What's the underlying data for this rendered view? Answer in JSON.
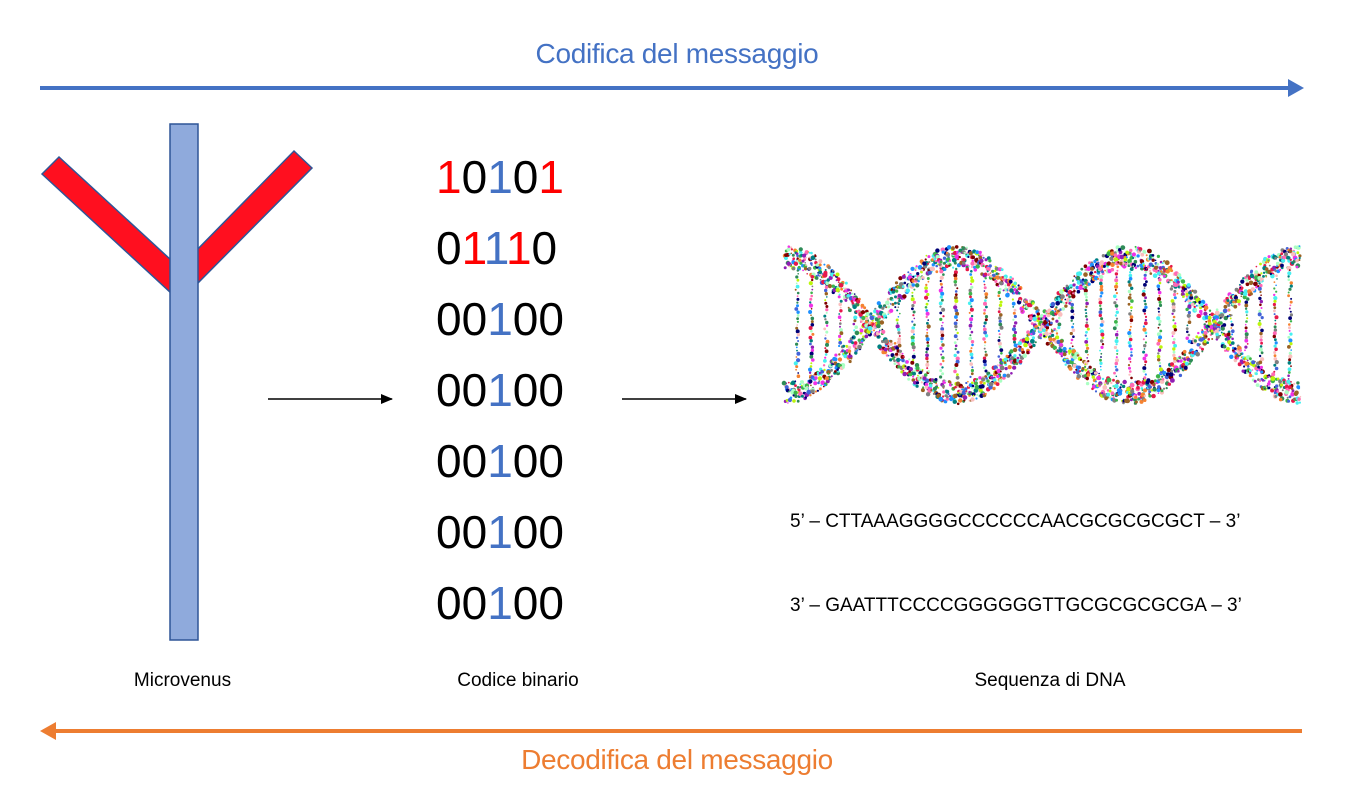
{
  "encode": {
    "label": "Codifica del messaggio",
    "color": "#4472C4",
    "direction": "left-to-right"
  },
  "decode": {
    "label": "Decodifica del messaggio",
    "color": "#ED7D31",
    "direction": "right-to-left"
  },
  "stages": [
    {
      "id": "microvenus",
      "label": "Microvenus",
      "icon": "microvenus-symbol-icon"
    },
    {
      "id": "binary",
      "label": "Codice binario"
    },
    {
      "id": "dna",
      "label": "Sequenza di DNA",
      "icon": "dna-helix-icon"
    }
  ],
  "binary_code": {
    "rows": [
      {
        "text": "10101",
        "digits": [
          {
            "d": "1",
            "c": "red"
          },
          {
            "d": "0",
            "c": "black"
          },
          {
            "d": "1",
            "c": "blue"
          },
          {
            "d": "0",
            "c": "black"
          },
          {
            "d": "1",
            "c": "red"
          }
        ]
      },
      {
        "text": "01110",
        "digits": [
          {
            "d": "0",
            "c": "black"
          },
          {
            "d": "1",
            "c": "red"
          },
          {
            "d": "1",
            "c": "blue"
          },
          {
            "d": "1",
            "c": "red"
          },
          {
            "d": "0",
            "c": "black"
          }
        ]
      },
      {
        "text": "00100",
        "digits": [
          {
            "d": "0",
            "c": "black"
          },
          {
            "d": "0",
            "c": "black"
          },
          {
            "d": "1",
            "c": "blue"
          },
          {
            "d": "0",
            "c": "black"
          },
          {
            "d": "0",
            "c": "black"
          }
        ]
      },
      {
        "text": "00100",
        "digits": [
          {
            "d": "0",
            "c": "black"
          },
          {
            "d": "0",
            "c": "black"
          },
          {
            "d": "1",
            "c": "blue"
          },
          {
            "d": "0",
            "c": "black"
          },
          {
            "d": "0",
            "c": "black"
          }
        ]
      },
      {
        "text": "00100",
        "digits": [
          {
            "d": "0",
            "c": "black"
          },
          {
            "d": "0",
            "c": "black"
          },
          {
            "d": "1",
            "c": "blue"
          },
          {
            "d": "0",
            "c": "black"
          },
          {
            "d": "0",
            "c": "black"
          }
        ]
      },
      {
        "text": "00100",
        "digits": [
          {
            "d": "0",
            "c": "black"
          },
          {
            "d": "0",
            "c": "black"
          },
          {
            "d": "1",
            "c": "blue"
          },
          {
            "d": "0",
            "c": "black"
          },
          {
            "d": "0",
            "c": "black"
          }
        ]
      },
      {
        "text": "00100",
        "digits": [
          {
            "d": "0",
            "c": "black"
          },
          {
            "d": "0",
            "c": "black"
          },
          {
            "d": "1",
            "c": "blue"
          },
          {
            "d": "0",
            "c": "black"
          },
          {
            "d": "0",
            "c": "black"
          }
        ]
      }
    ],
    "colors": {
      "red": "#FF0000",
      "blue": "#4472C4",
      "black": "#000000"
    }
  },
  "dna_sequence": {
    "strand_1": "5’ – CTTAAAGGGGCCCCCCAACGCGCGCGCT – 3’",
    "strand_2": "3’ – GAATTTCCCCGGGGGGTTGCGCGCGCGA – 3’"
  },
  "colors": {
    "microvenus_bar": "#8FAADC",
    "microvenus_arms": "#FF0000",
    "outline": "#2F5597",
    "arrow": "#000000"
  }
}
